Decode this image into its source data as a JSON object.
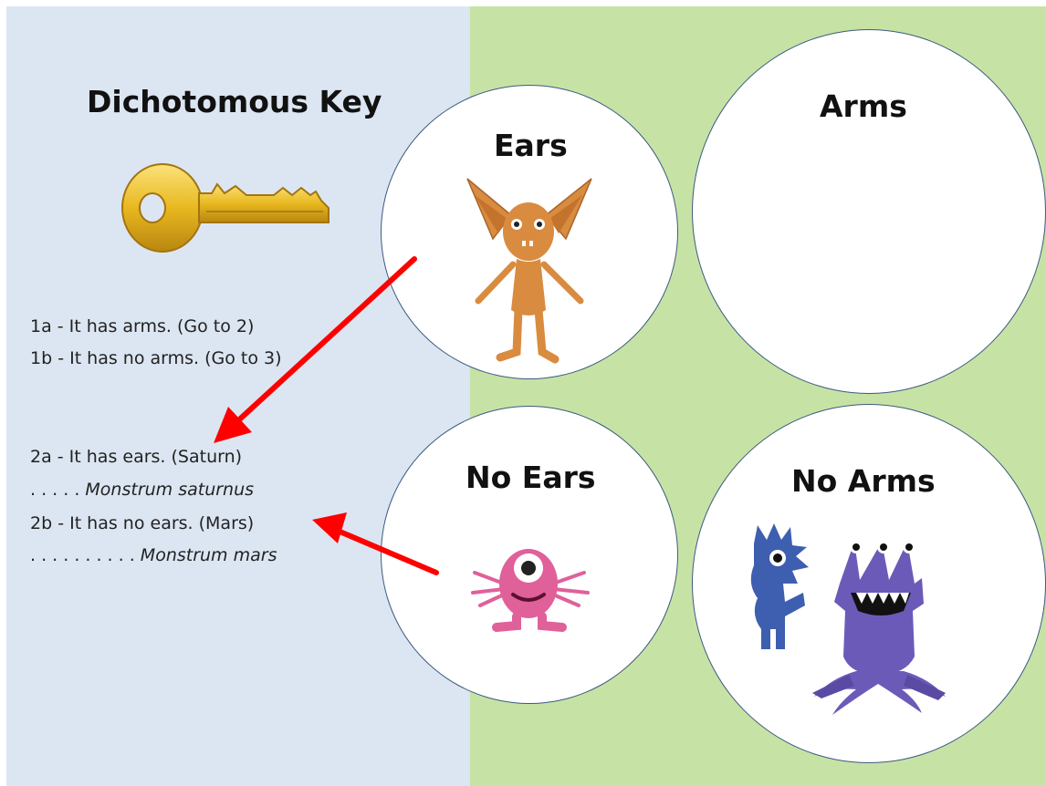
{
  "key": {
    "title": "Dichotomous Key",
    "lines": {
      "l1a": "1a - It has arms. (Go to 2)",
      "l1b": "1b - It has no arms. (Go to 3)",
      "l2a": "2a - It has ears. (Saturn)",
      "l2a_dots": ". . . . . ",
      "l2a_species": "Monstrum saturnus",
      "l2b": "2b - It has no ears. (Mars)",
      "l2b_dots": ". . . . . . . . . . ",
      "l2b_species": "Monstrum mars"
    }
  },
  "circles": {
    "ears": "Ears",
    "arms": "Arms",
    "no_ears": "No Ears",
    "no_arms": "No Arms"
  },
  "colors": {
    "left_panel": "#dce6f2",
    "right_panel": "#c6e3a5",
    "arrow": "#ff0000",
    "circle_border": "#3c5a80",
    "key_gold": "#e8b820",
    "ears_monster": "#d98b3f",
    "pink_monster": "#e0609a",
    "blue_monster": "#3e5fb0",
    "purple_monster": "#6c5ab8"
  },
  "icons": [
    "key-icon",
    "eared-monster-icon",
    "pink-one-eyed-monster-icon",
    "blue-spiky-monster-icon",
    "purple-tentacle-monster-icon",
    "red-arrow"
  ]
}
